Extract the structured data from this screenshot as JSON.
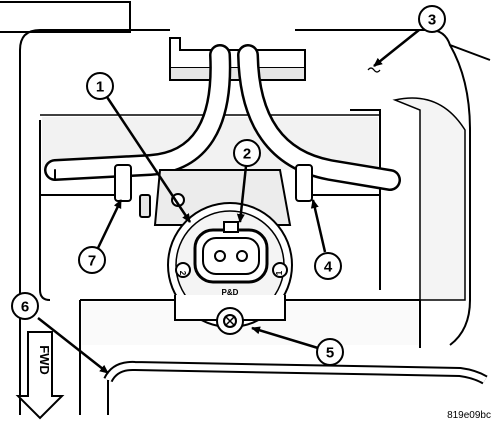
{
  "diagram": {
    "figure_id": "819e09bc",
    "direction_label": "FWD",
    "connector_label": "P&D",
    "connector_pin_left": "2",
    "connector_pin_right": "1",
    "callouts": [
      "1",
      "2",
      "3",
      "4",
      "5",
      "6",
      "7"
    ]
  }
}
